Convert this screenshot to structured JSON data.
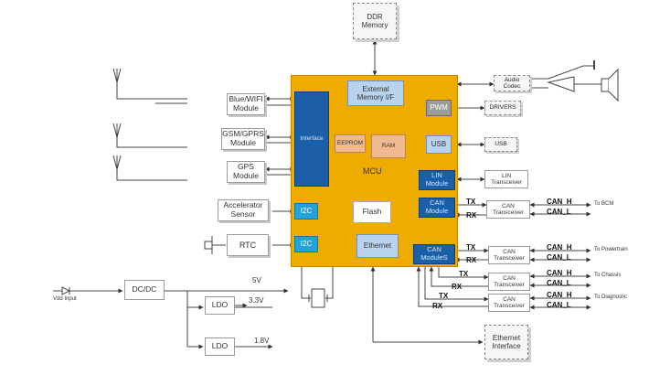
{
  "diagram": {
    "ddr": "DDR Memory",
    "wireless": {
      "blue_wifi": "Blue/WIFI Module",
      "gsm_gprs": "GSM/GPRS Module",
      "gps": "GPS Module"
    },
    "accelerator": "Accelerator Sensor",
    "rtc": "RTC",
    "mcu": {
      "title": "MCU",
      "interface": "Interface",
      "ext_mem": "External Memory I/F",
      "eeprom": "EEPROM",
      "ram": "RAM",
      "pwm": "PWM",
      "usb": "USB",
      "lin": "LIN Module",
      "can": "CAN Module",
      "can_s": "CAN ModuleS",
      "i2c_1": "I2C",
      "i2c_2": "I2C",
      "flash": "Flash",
      "ethernet": "Ethernet"
    },
    "right": {
      "audio_codec": "Audio Codec",
      "drivers": "DRIVERS",
      "usb": "USB",
      "lin_transceiver": "LIN Transceiver",
      "can_transceiver": "CAN Transceiver",
      "can_h": "CAN_H",
      "can_l": "CAN_L",
      "tx": "TX",
      "rx": "RX",
      "to_bcm": "To BCM",
      "to_powertrain": "To Powertrain",
      "to_chassis": "To Chassis",
      "to_diagnostic": "To Diagnostic"
    },
    "power": {
      "vdd_input": "Vdd Input",
      "dcdc": "DC/DC",
      "ldo1": "LDO",
      "ldo2": "LDO",
      "v5": "5V",
      "v33": "3.3V",
      "v18": "1.8V"
    },
    "ethernet_interface": "Ethernet Interface"
  }
}
